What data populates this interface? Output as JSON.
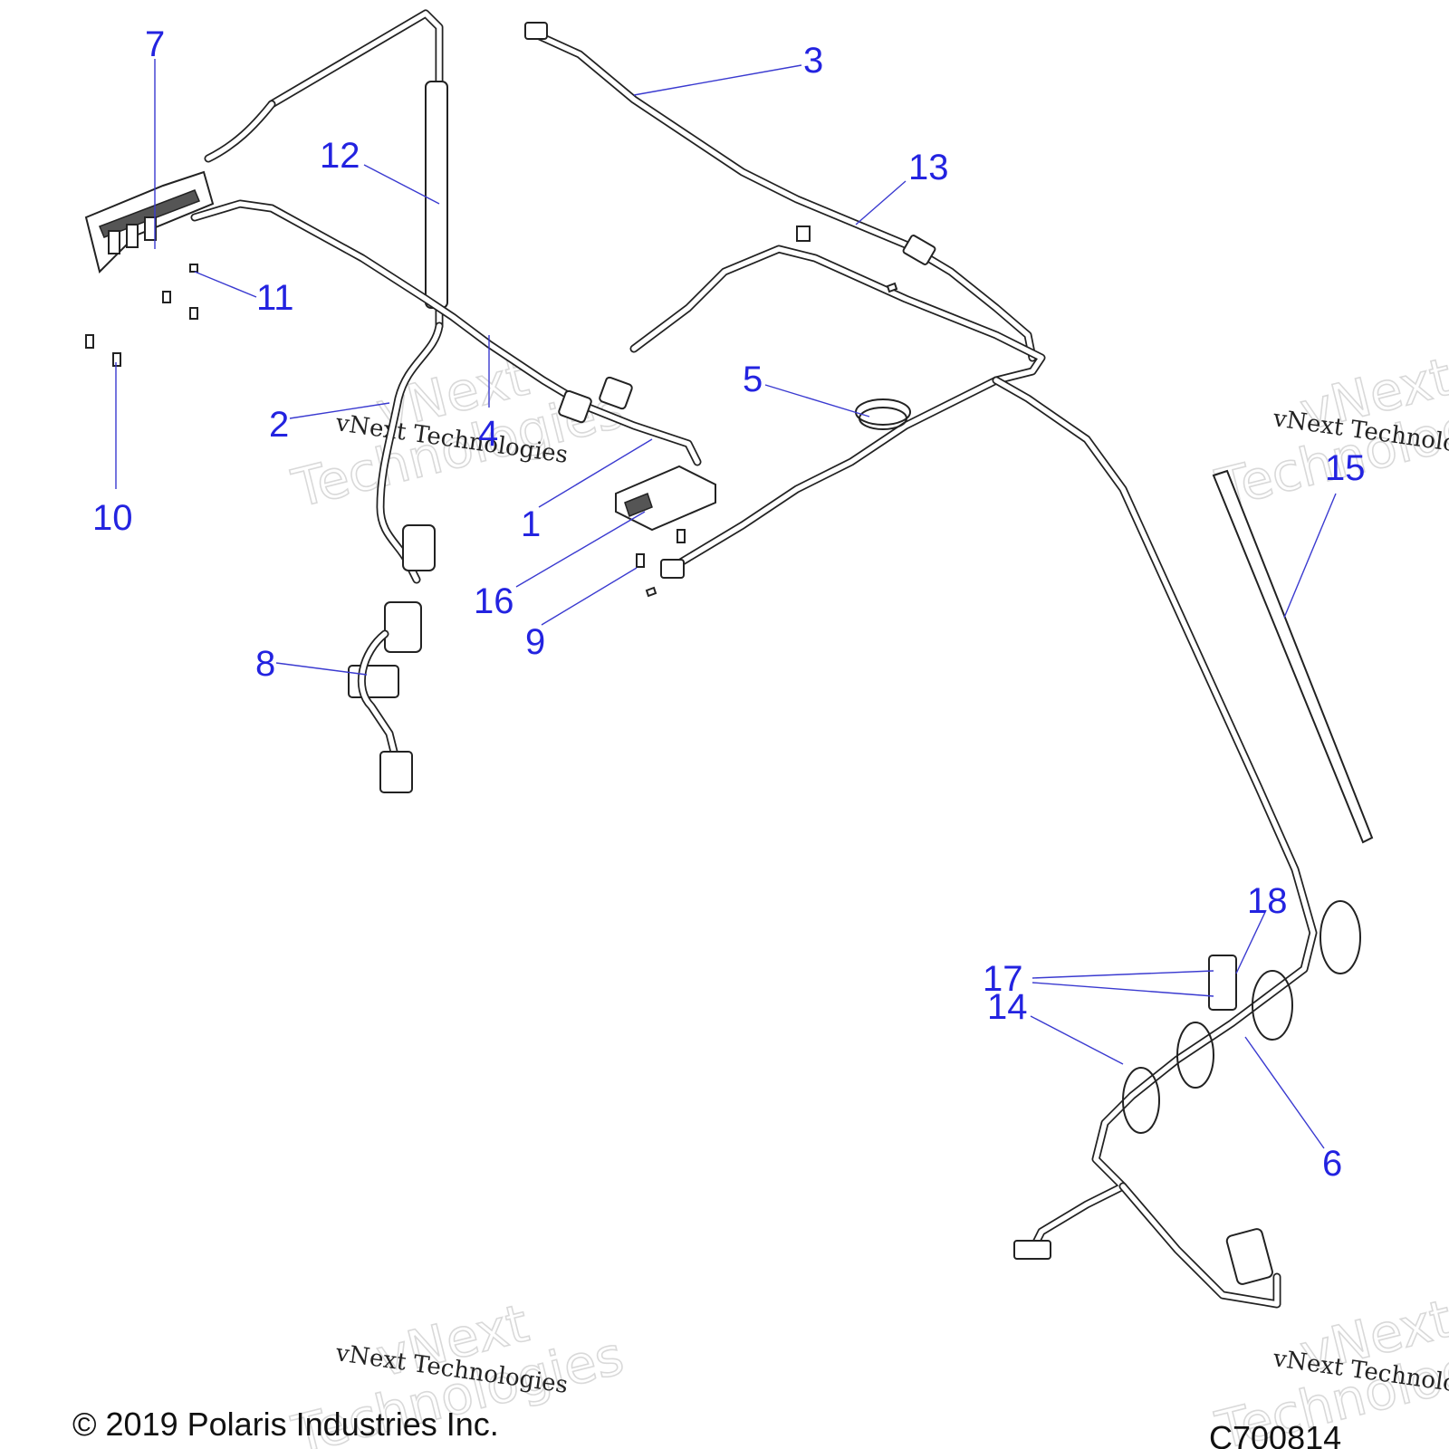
{
  "callouts": {
    "c1": "1",
    "c2": "2",
    "c3": "3",
    "c4": "4",
    "c5": "5",
    "c6": "6",
    "c7": "7",
    "c8": "8",
    "c9": "9",
    "c10": "10",
    "c11": "11",
    "c12": "12",
    "c13": "13",
    "c14": "14",
    "c15": "15",
    "c16": "16",
    "c17": "17",
    "c18": "18"
  },
  "watermark": {
    "brand_line1": "vNext",
    "brand_line2": "Technologies",
    "caption": "vNext Technologies"
  },
  "footer": {
    "copyright": "© 2019 Polaris Industries Inc.",
    "figure_id": "C700814"
  },
  "colors": {
    "callout": "#2323e0",
    "leader": "#3a3ad0",
    "line_art": "#222222"
  }
}
